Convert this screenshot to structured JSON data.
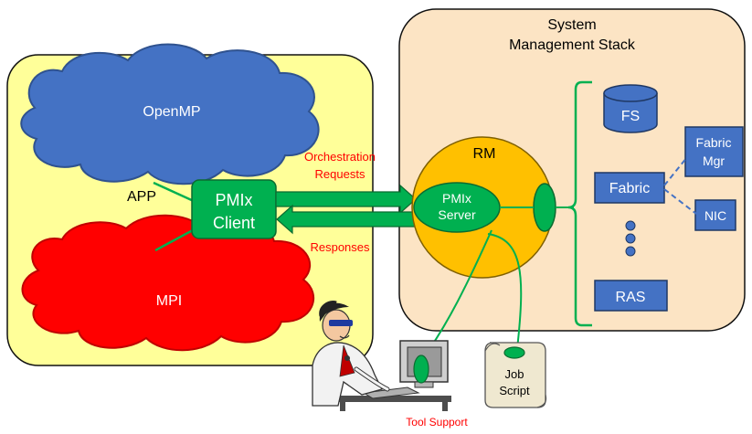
{
  "app_panel": {
    "label": "APP",
    "fill": "#FFFF99"
  },
  "system_panel": {
    "title_line1": "System",
    "title_line2": "Management Stack",
    "fill": "#FCE4C4"
  },
  "openmp": {
    "label": "OpenMP",
    "fill": "#4472C4"
  },
  "mpi": {
    "label": "MPI",
    "fill": "#FF0000"
  },
  "pmix_client": {
    "line1": "PMIx",
    "line2": "Client",
    "fill": "#00B050"
  },
  "rm": {
    "label": "RM",
    "fill": "#FFC000"
  },
  "pmix_server": {
    "line1": "PMIx",
    "line2": "Server"
  },
  "arrows": {
    "request_line1": "Orchestration",
    "request_line2": "Requests",
    "response": "Responses",
    "label_color": "#FF0000"
  },
  "components": {
    "fs": "FS",
    "fabric": "Fabric",
    "fabric_mgr_line1": "Fabric",
    "fabric_mgr_line2": "Mgr",
    "nic": "NIC",
    "ras": "RAS",
    "box_fill": "#4472C4"
  },
  "job_script": {
    "line1": "Job",
    "line2": "Script"
  },
  "tool_support": {
    "label": "Tool Support"
  },
  "connector_color": "#00B050"
}
